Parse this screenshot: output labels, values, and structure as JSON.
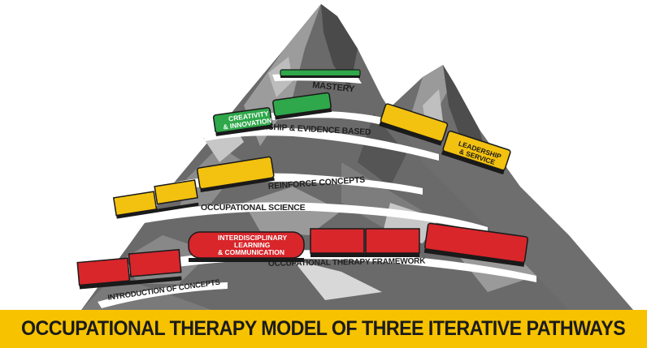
{
  "title": "OCCUPATIONAL THERAPY MODEL OF THREE ITERATIVE PATHWAYS",
  "track_labels": {
    "mastery": "MASTERY",
    "scholarship": "SCHOLARSHIP & EVIDENCE BASED",
    "reinforce": "REINFORCE CONCEPTS",
    "occ_science": "OCCUPATIONAL SCIENCE",
    "ot_framework": "OCCUPATIONAL THERAPY FRAMEWORK",
    "intro": "INTRODUCTION OF CONCEPTS"
  },
  "car_labels": {
    "creativity_1": "CREATIVITY",
    "creativity_2": "& INNOVATION",
    "leadership_1": "LEADERSHIP",
    "leadership_2": "& SERVICE",
    "interdisc_1": "INTERDISCIPLINARY",
    "interdisc_2": "LEARNING",
    "interdisc_3": "& COMMUNICATION"
  },
  "colors": {
    "banner": "#f7c200",
    "mountain_dark": "#5e5e5e",
    "mountain_mid": "#8a8a8a",
    "mountain_light": "#c4c4c4",
    "train_green": "#2ea84a",
    "train_yellow": "#f3c10f",
    "train_red": "#d8262b"
  }
}
